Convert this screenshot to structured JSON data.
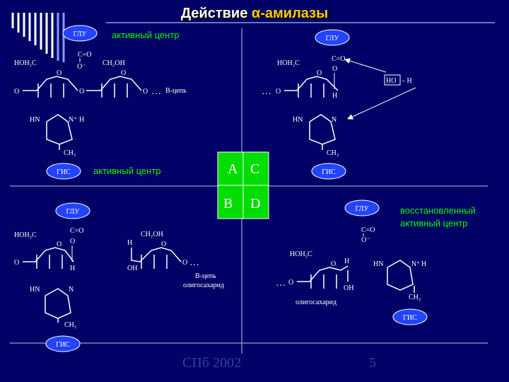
{
  "title": {
    "prefix": "Действие ",
    "accent": "α-амилазы"
  },
  "footer": {
    "left": "СПб 2002",
    "right": "5"
  },
  "legend": {
    "cells": [
      "A",
      "C",
      "B",
      "D"
    ]
  },
  "labels": {
    "glu": "ГЛУ",
    "gis": "ГИС",
    "active_center": "активный центр",
    "restored_center": [
      "восстановленный",
      "активный центр"
    ],
    "b_chain": "B-цепь",
    "oligosaccharide": "олигосахарид",
    "dots": "…"
  },
  "chem": {
    "hoh2c": "HOH₂C",
    "ch2oh": "CH₂OH",
    "ch2": "CH₂",
    "c_eq_o": "C=O",
    "o_minus": "O⁻",
    "o": "O",
    "h": "H",
    "oh": "OH",
    "hn": "HN",
    "n": "N",
    "n_plus": "N⁺",
    "ho": "HO",
    "ho_h_bond": "–  H"
  },
  "colors": {
    "background": "#000066",
    "green_text": "#00ff00",
    "legend_fill": "#00dd00",
    "badge_fill": "#2244ff",
    "title_accent": "#ffcc00"
  }
}
